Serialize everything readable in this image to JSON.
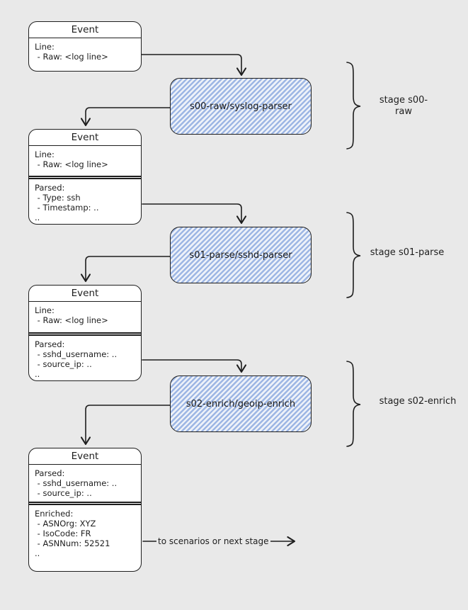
{
  "diagram": {
    "events": [
      {
        "title": "Event",
        "sections": [
          {
            "lines": [
              "Line:",
              " - Raw: <log line>"
            ]
          }
        ]
      },
      {
        "title": "Event",
        "sections": [
          {
            "lines": [
              "Line:",
              " - Raw: <log line>"
            ]
          },
          {
            "lines": [
              "Parsed:",
              " - Type: ssh",
              " - Timestamp: ..",
              ".."
            ]
          }
        ]
      },
      {
        "title": "Event",
        "sections": [
          {
            "lines": [
              "Line:",
              " - Raw: <log line>"
            ]
          },
          {
            "lines": [
              "Parsed:",
              " - sshd_username: ..",
              " - source_ip: ..",
              ".."
            ]
          }
        ]
      },
      {
        "title": "Event",
        "sections": [
          {
            "lines": [
              "Parsed:",
              " - sshd_username: ..",
              " - source_ip: .."
            ]
          },
          {
            "lines": [
              "Enriched:",
              " - ASNOrg: XYZ",
              " - IsoCode: FR",
              " - ASNNum: 52521",
              ".."
            ]
          }
        ]
      }
    ],
    "parsers": [
      {
        "label": "s00-raw/syslog-parser"
      },
      {
        "label": "s01-parse/sshd-parser"
      },
      {
        "label": "s02-enrich/geoip-enrich"
      }
    ],
    "stages": [
      {
        "label": "stage s00-raw"
      },
      {
        "label": "stage s01-parse"
      },
      {
        "label": "stage s02-enrich"
      }
    ],
    "output_arrow_label": "to scenarios or next stage",
    "colors": {
      "background": "#e9e9e9",
      "stroke": "#1e1e1e",
      "node_fill": "#ffffff",
      "hachure_blue": "#9db6e4",
      "hachure_bg": "#eef2f9"
    }
  }
}
